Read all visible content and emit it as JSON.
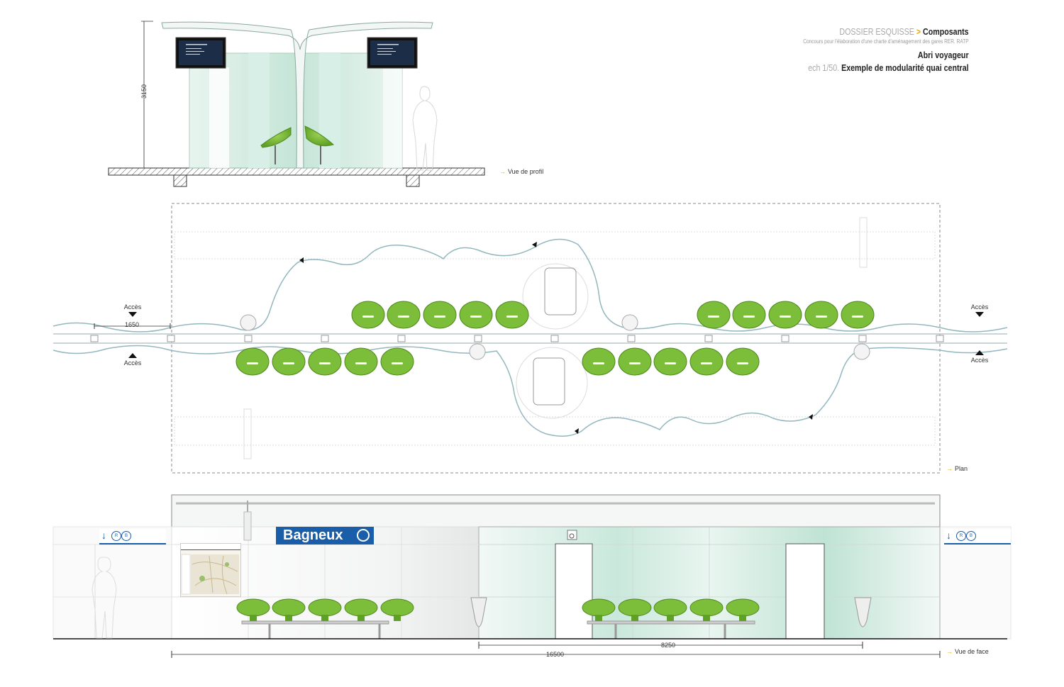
{
  "header": {
    "dossier": "DOSSIER ESQUISSE",
    "separator": ">",
    "section": "Composants",
    "subtitle": "Concours pour l'élaboration d'une charte d'aménagement des gares RER. RATP",
    "component": "Abri voyageur",
    "scale": "ech 1/50.",
    "description": "Exemple de modularité quai central"
  },
  "views": {
    "profile": {
      "label": "Vue de profil",
      "height_dim": "3150"
    },
    "plan": {
      "label": "Plan",
      "access_labels": [
        "Accès",
        "Accès",
        "Accès",
        "Accès"
      ],
      "module_dim": "1650"
    },
    "face": {
      "label": "Vue de face",
      "total_dim": "16500",
      "partial_dim": "8250",
      "station_name": "Bagneux"
    }
  },
  "colors": {
    "accent": "#f0a400",
    "seat_green": "#7cbd3a",
    "glass": "#cfe9df",
    "sign_blue": "#1a5da8"
  },
  "icons": [
    "arrow-right-icon",
    "triangle-down-icon",
    "triangle-up-icon",
    "wheelchair-icon",
    "ratp-logo-icon"
  ]
}
